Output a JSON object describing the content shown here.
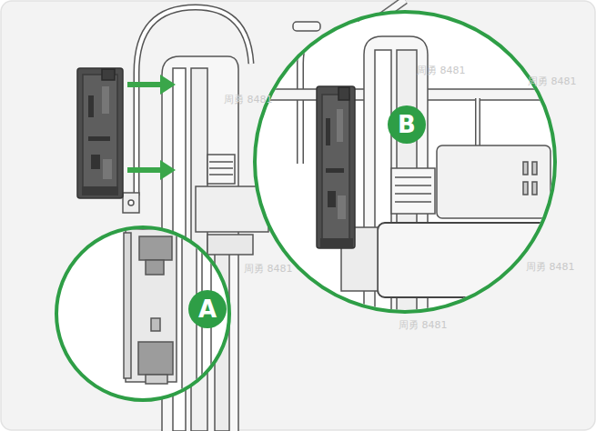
{
  "diagram": {
    "nodes": [
      {
        "text": [
          "B"
        ]
      },
      {
        "text": [
          "A"
        ]
      }
    ],
    "edges": [],
    "labels": [
      "周勇 8481",
      "周勇 8481",
      "周勇 8481",
      "周勇 8481",
      "周勇 8481",
      "周勇 8481"
    ]
  }
}
